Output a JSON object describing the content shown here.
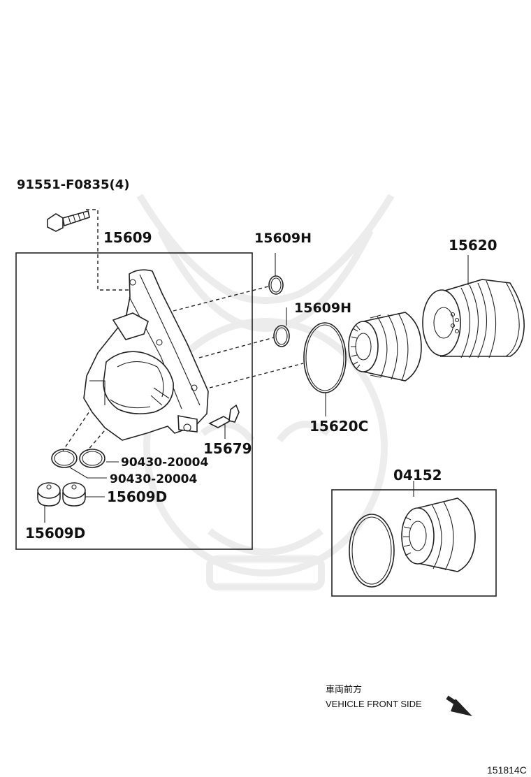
{
  "labels": {
    "bolt": "91551-F0835(4)",
    "housing": "15609",
    "oring_upper": "15609H",
    "oring_lower": "15609H",
    "cap": "15620",
    "gasket": "15620C",
    "sensor": "15679",
    "washer_1": "90430-20004",
    "washer_2": "90430-20004",
    "plug_right": "15609D",
    "plug_left": "15609D",
    "element": "04152"
  },
  "footer": {
    "direction_jp": "車両前方",
    "direction_en": "VEHICLE FRONT SIDE",
    "diagram_code": "151814C"
  },
  "icons": {
    "direction_arrow": "arrow-down-right-icon"
  }
}
